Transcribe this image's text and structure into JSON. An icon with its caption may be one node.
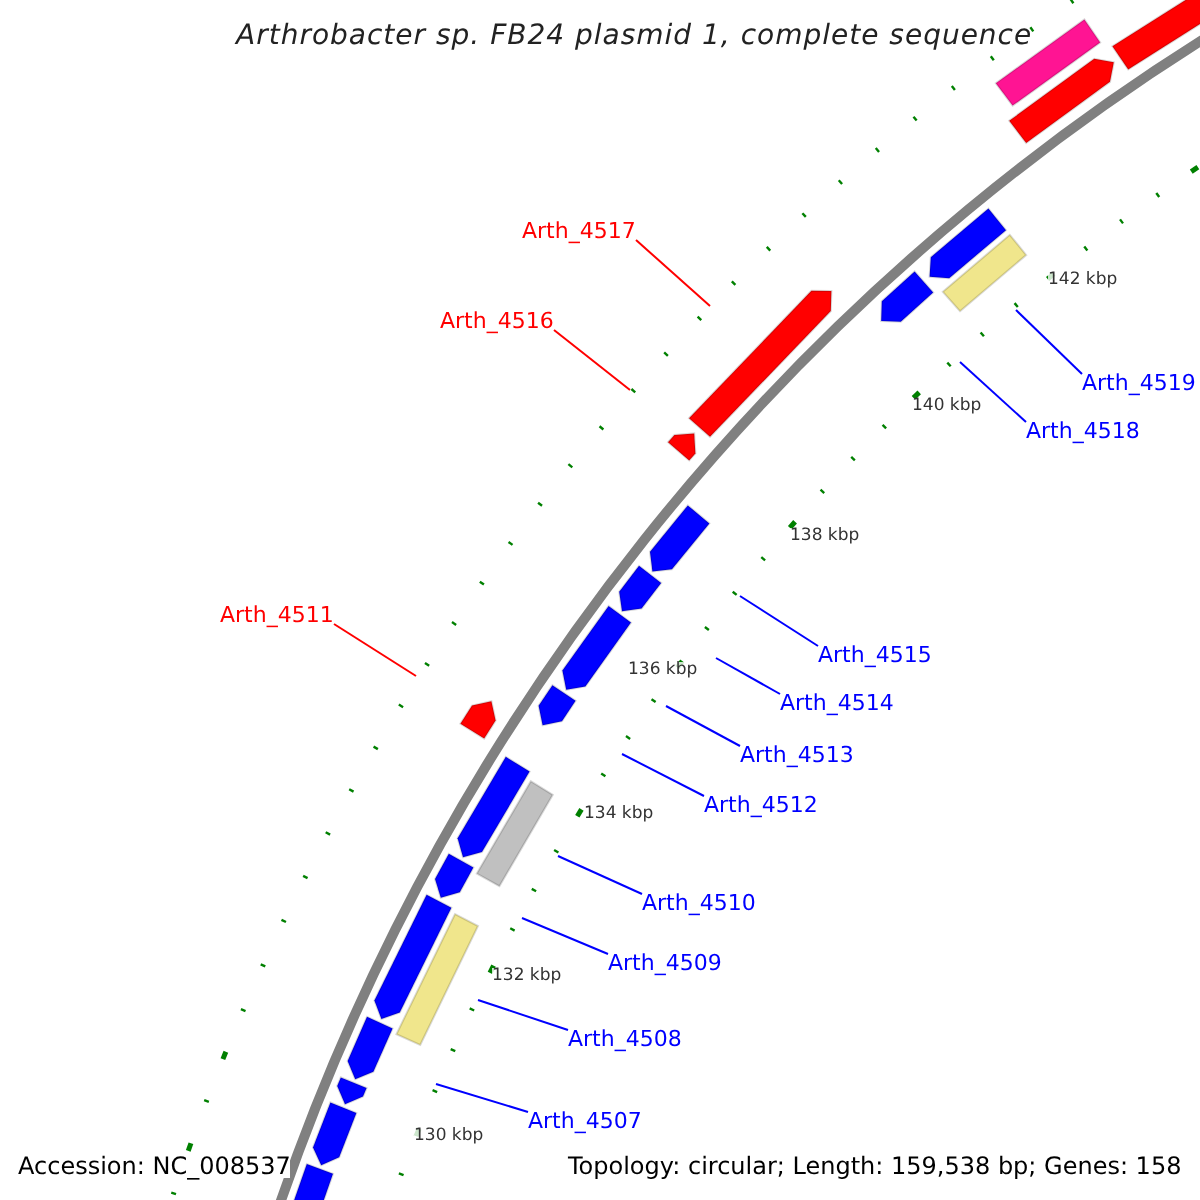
{
  "diagram": {
    "title": "Arthrobacter sp. FB24 plasmid 1, complete sequence",
    "nodes": [
      {
        "text": [
          "Arth_4517"
        ]
      },
      {
        "text": [
          "Arth_4516"
        ]
      },
      {
        "text": [
          "Arth_4519"
        ]
      },
      {
        "text": [
          "Arth_4518"
        ]
      },
      {
        "text": [
          "Arth_4511"
        ]
      },
      {
        "text": [
          "Arth_4515"
        ]
      },
      {
        "text": [
          "Arth_4514"
        ]
      },
      {
        "text": [
          "Arth_4513"
        ]
      },
      {
        "text": [
          "Arth_4512"
        ]
      },
      {
        "text": [
          "Arth_4510"
        ]
      },
      {
        "text": [
          "Arth_4509"
        ]
      },
      {
        "text": [
          "Arth_4508"
        ]
      },
      {
        "text": [
          "Arth_4507"
        ]
      }
    ],
    "edges": [
      {
        "from": 0,
        "to": null,
        "arrow": "none",
        "color": "#ff0000"
      },
      {
        "from": 1,
        "to": null,
        "arrow": "none",
        "color": "#ff0000"
      },
      {
        "from": 2,
        "to": null,
        "arrow": "none"
      },
      {
        "from": 3,
        "to": null,
        "arrow": "none"
      },
      {
        "from": 4,
        "to": null,
        "arrow": "none",
        "color": "#ff0000"
      },
      {
        "from": 5,
        "to": null,
        "arrow": "none"
      },
      {
        "from": 6,
        "to": null,
        "arrow": "none"
      },
      {
        "from": 7,
        "to": null,
        "arrow": "none"
      },
      {
        "from": 8,
        "to": null,
        "arrow": "none"
      },
      {
        "from": 9,
        "to": null,
        "arrow": "none"
      },
      {
        "from": 10,
        "to": null,
        "arrow": "none"
      },
      {
        "from": 11,
        "to": null,
        "arrow": "none"
      },
      {
        "from": 12,
        "to": null,
        "arrow": "none"
      }
    ],
    "labels": [
      "142 kbp",
      "140 kbp",
      "138 kbp",
      "136 kbp",
      "134 kbp",
      "132 kbp",
      "130 kbp",
      "Accession: NC_008537",
      "Topology: circular; Length: 159,538 bp; Genes: 158"
    ]
  }
}
